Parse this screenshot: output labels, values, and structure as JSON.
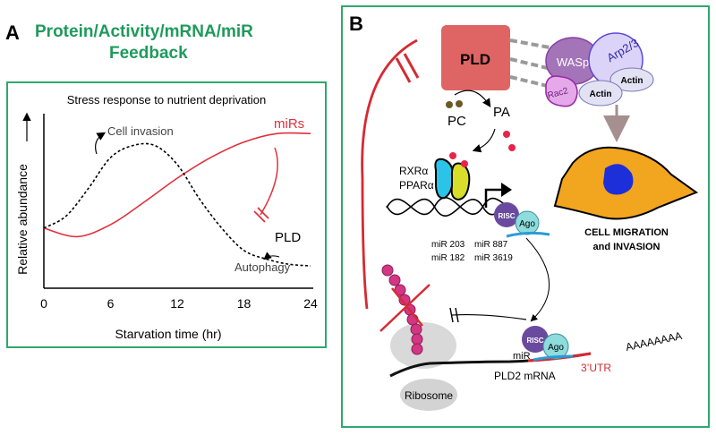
{
  "panelA": {
    "letter": "A",
    "title_line1": "Protein/Activity/mRNA/miR",
    "title_line2": "Feedback",
    "chart_title": "Stress response to nutrient deprivation",
    "ylabel": "Relative abundance",
    "xlabel": "Starvation time (hr)",
    "curve_labels": {
      "cell_invasion": "Cell invasion",
      "mirs": "miRs",
      "pld": "PLD",
      "autophagy": "Autophagy"
    }
  },
  "chart_data": {
    "type": "line",
    "title": "Stress response to nutrient deprivation",
    "xlabel": "Starvation time (hr)",
    "ylabel": "Relative abundance",
    "x_ticks": [
      "0",
      "6",
      "12",
      "18",
      "24"
    ],
    "xlim": [
      0,
      24
    ],
    "ylim": [
      0,
      1
    ],
    "series": [
      {
        "name": "miRs",
        "color": "#e0313c",
        "style": "solid",
        "x": [
          0,
          3,
          6,
          9,
          12,
          15,
          18,
          21,
          24
        ],
        "y": [
          0.35,
          0.3,
          0.37,
          0.5,
          0.64,
          0.76,
          0.85,
          0.9,
          0.9
        ]
      },
      {
        "name": "PLD",
        "color": "#000000",
        "style": "dashed",
        "x": [
          0,
          2,
          4,
          6,
          8,
          10,
          12,
          14,
          16,
          18,
          20,
          22,
          24
        ],
        "y": [
          0.35,
          0.42,
          0.58,
          0.76,
          0.83,
          0.83,
          0.72,
          0.52,
          0.35,
          0.22,
          0.17,
          0.14,
          0.13
        ]
      }
    ],
    "annotations": [
      "Cell invasion",
      "Autophagy"
    ],
    "inhibition_marker": {
      "from_series": "miRs",
      "to_series": "PLD",
      "color": "#e0313c"
    },
    "grid": false
  },
  "panelB": {
    "letter": "B",
    "labels": {
      "pld": "PLD",
      "wasp": "WASp",
      "arp": "Arp2/3",
      "actin1": "Actin",
      "actin2": "Actin",
      "rac2": "Rac2",
      "pc": "PC",
      "pa": "PA",
      "rxr": "RXRα",
      "ppar": "PPARα",
      "risc1": "RISC",
      "ago1": "Ago",
      "mir203": "miR 203",
      "mir887": "miR 887",
      "mir182": "miR 182",
      "mir3619": "miR 3619",
      "migration1": "CELL MIGRATION",
      "migration2": "and INVASION",
      "risc2": "RISC",
      "ago2": "Ago",
      "mir": "miR",
      "polya": "AAAAAAAA",
      "utr": "3’UTR",
      "ribosome": "Ribosome",
      "mrna": "PLD2 mRNA"
    },
    "colors": {
      "pld_box": "#df6565",
      "red_line": "#d62a32",
      "cell": "#f2a51f",
      "nucleus": "#1d2fd9",
      "risc": "#6a4a9e",
      "ago": "#8edcdc",
      "mirna": "#2b9bd6",
      "pearls": "#d33683"
    }
  }
}
